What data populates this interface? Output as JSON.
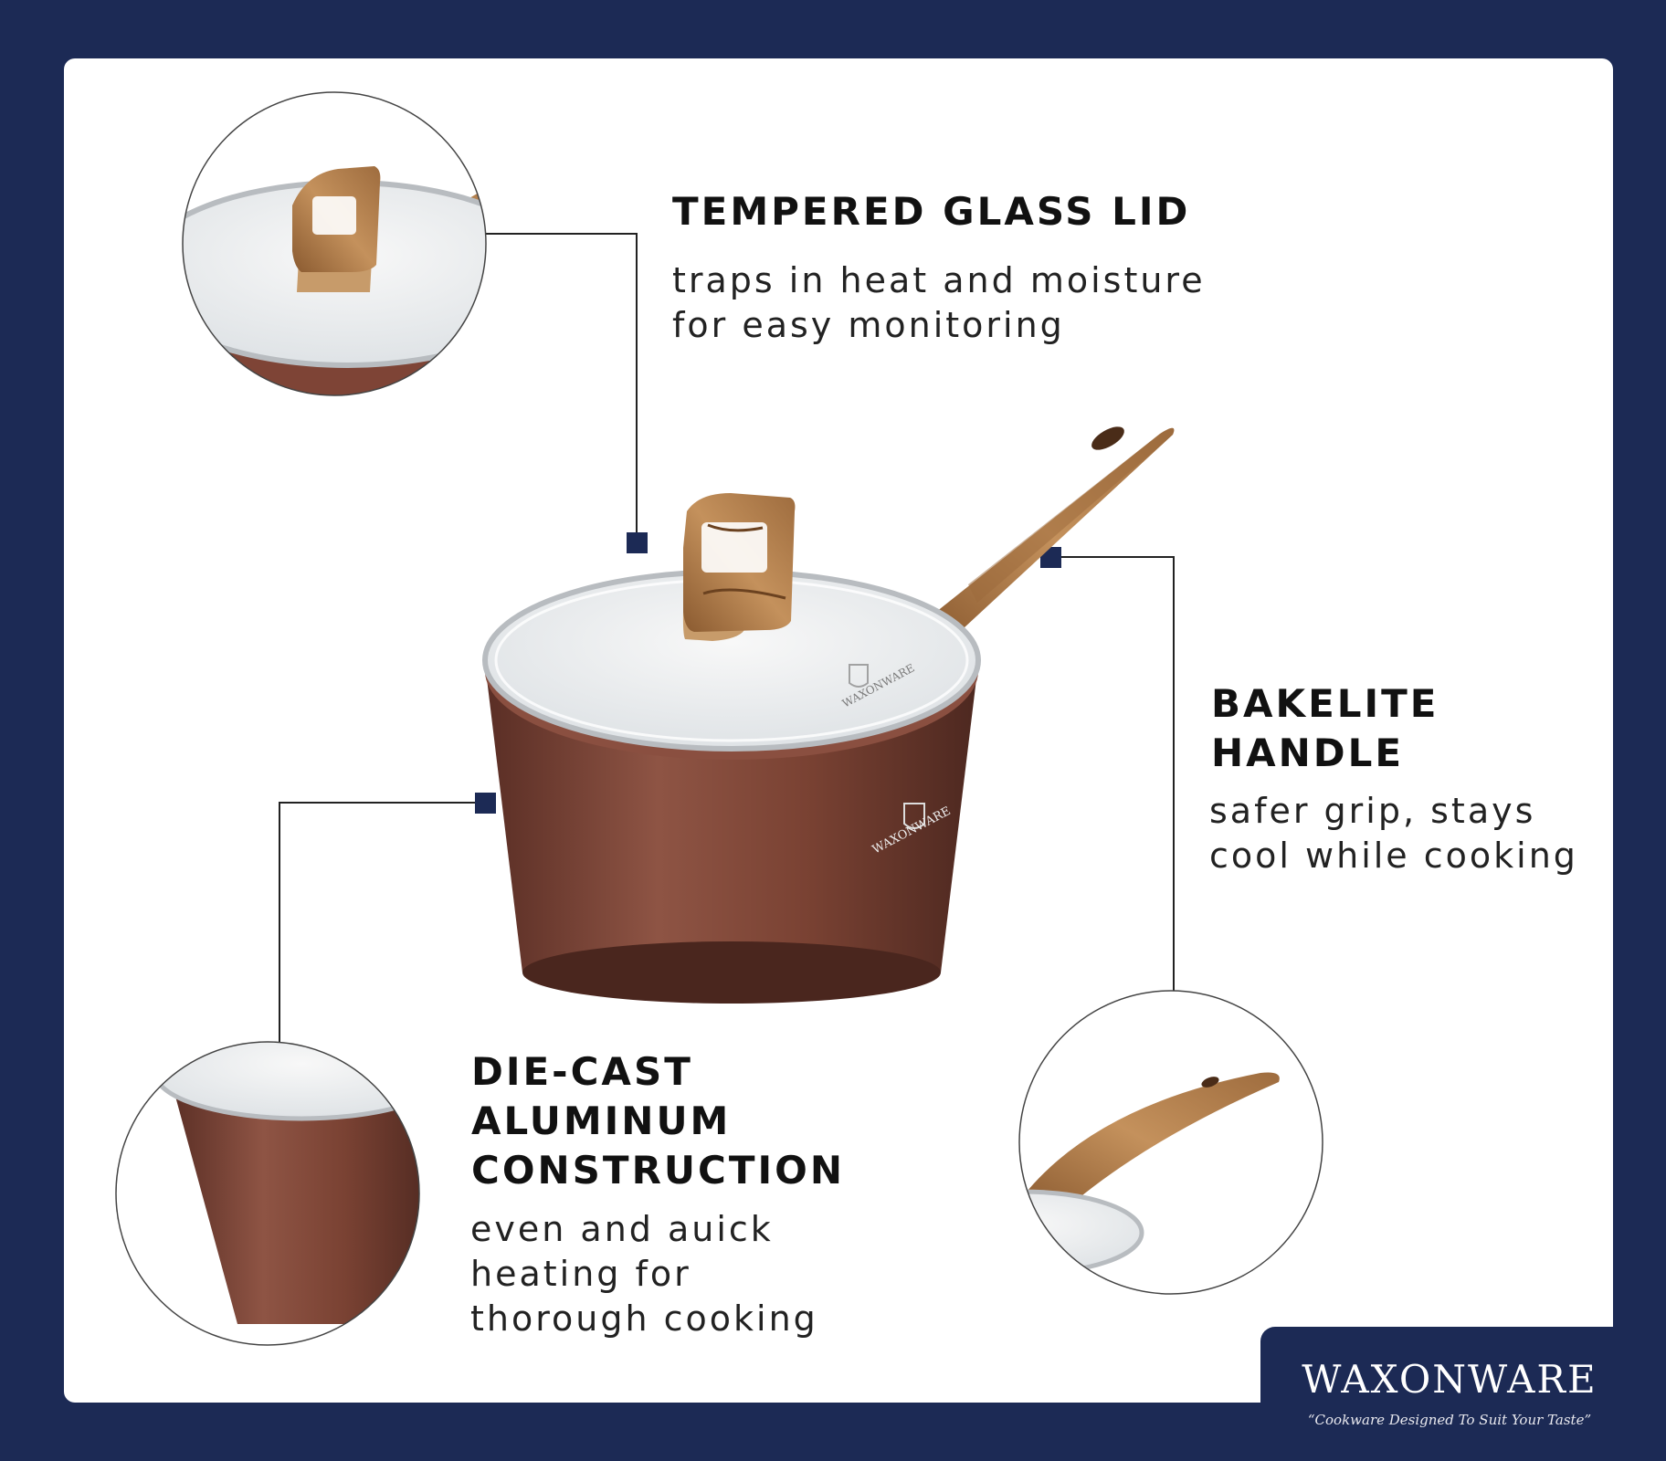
{
  "callouts": {
    "lid": {
      "title": "TEMPERED GLASS LID",
      "description": "traps in heat and moisture\nfor easy monitoring"
    },
    "handle": {
      "title": "BAKELITE\nHANDLE",
      "description": "safer grip, stays\ncool while cooking"
    },
    "body": {
      "title": "DIE-CAST\nALUMINUM\nCONSTRUCTION",
      "description": "even and auick\nheating for\nthorough cooking"
    }
  },
  "brand": {
    "name": "WAXONWARE",
    "tagline": "“Cookware Designed To Suit Your Taste”"
  },
  "pot_logo_text": "WAXONWARE",
  "colors": {
    "navy": "#1c2a55",
    "copper": "#7e4436",
    "wood": "#b07a48",
    "glass": "#eceff2"
  },
  "icons": [
    "chef-crest-logo"
  ]
}
